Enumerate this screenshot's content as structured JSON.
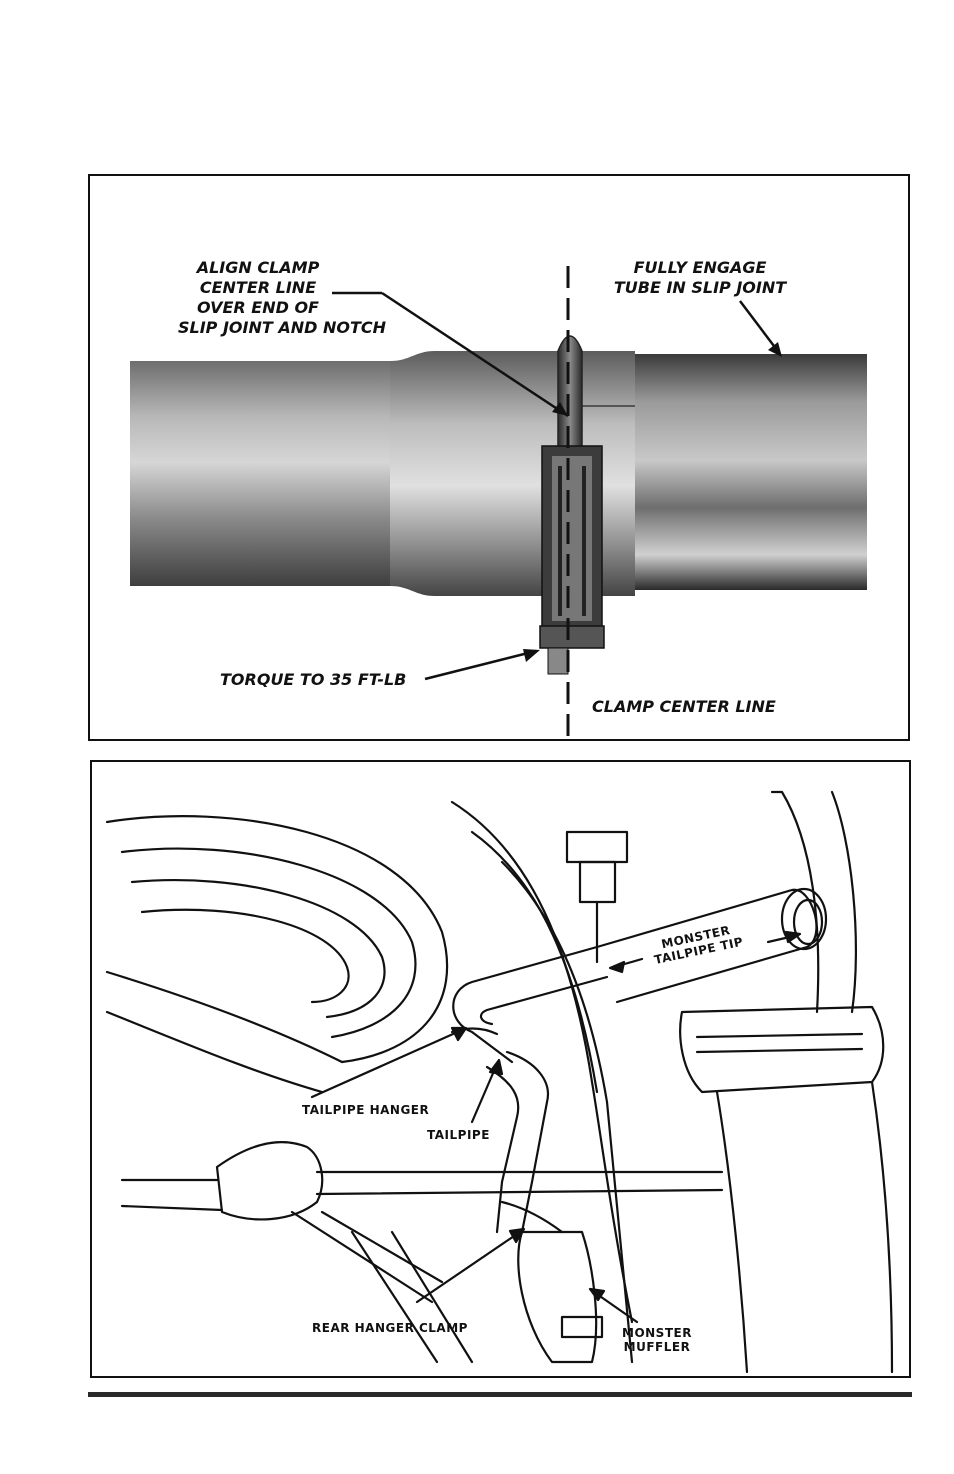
{
  "figure_top": {
    "labels": {
      "align_clamp": [
        "ALIGN CLAMP",
        "CENTER LINE",
        "OVER END OF",
        "SLIP JOINT AND NOTCH"
      ],
      "fully_engage": [
        "FULLY ENGAGE",
        "TUBE IN SLIP JOINT"
      ],
      "torque": "TORQUE TO 35 FT-LB",
      "clamp_center_line": "CLAMP CENTER LINE"
    }
  },
  "figure_bottom": {
    "labels": {
      "monster_tailpipe_tip": [
        "MONSTER",
        "TAILPIPE TIP"
      ],
      "tailpipe_hanger": "TAILPIPE HANGER",
      "tailpipe": "TAILPIPE",
      "rear_hanger_clamp": "REAR HANGER CLAMP",
      "monster_muffler": [
        "MONSTER",
        "MUFFLER"
      ]
    }
  }
}
